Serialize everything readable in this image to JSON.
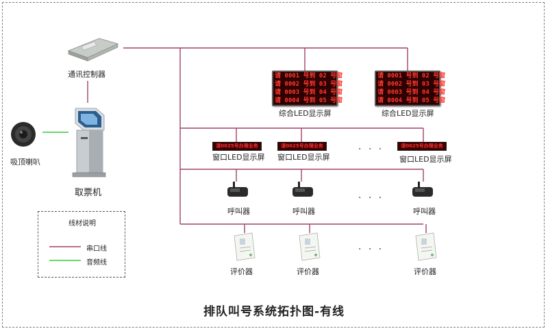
{
  "title": "排队叫号系统拓扑图-有线",
  "nodes": {
    "comm_controller": "通讯控制器",
    "ticket_machine": "取票机",
    "ceiling_speaker": "吸顶喇叭",
    "summary_led": "综合LED显示屏",
    "window_led": "窗口LED显示屏",
    "caller": "呼叫器",
    "evaluator": "评价器"
  },
  "led_big_rows": [
    "请 0001 号到 02 号窗",
    "请 0002 号到 03 号窗",
    "请 0003 号到 04 号窗",
    "请 0004 号到 05 号窗"
  ],
  "led_small_text": "请0025号办理业务",
  "ellipsis": "· · ·",
  "legend": {
    "title": "线材说明",
    "items": [
      {
        "label": "串口线",
        "color": "#a0406a"
      },
      {
        "label": "音频线",
        "color": "#33cc33"
      }
    ]
  },
  "colors": {
    "serial_line": "#a0406a",
    "audio_line": "#33cc33"
  }
}
